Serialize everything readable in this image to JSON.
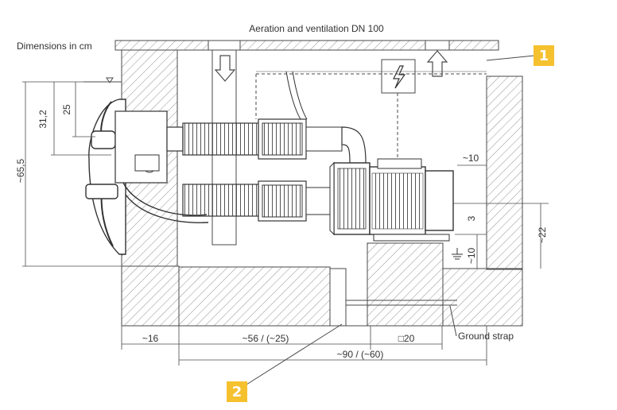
{
  "labels": {
    "title": "Aeration and ventilation DN 100",
    "units": "Dimensions in cm",
    "ground": "Ground strap"
  },
  "dimensions": {
    "h25": "25",
    "h31": "31,2",
    "h65": "~65,5",
    "w16": "~16",
    "w56": "~56 / (~25)",
    "w20": "□20",
    "w90": "~90 / (~60)",
    "h10top": "~10",
    "h3": "3",
    "h10bot": "~10",
    "h22": "~22"
  },
  "callouts": {
    "one": "1",
    "two": "2"
  },
  "icons": [
    "lightning-icon",
    "arrow-up-icon",
    "arrow-down-icon",
    "water-level-icon"
  ],
  "colors": {
    "line": "#4a4a4a",
    "hatch": "#777777",
    "badge": "#f5c12e"
  }
}
